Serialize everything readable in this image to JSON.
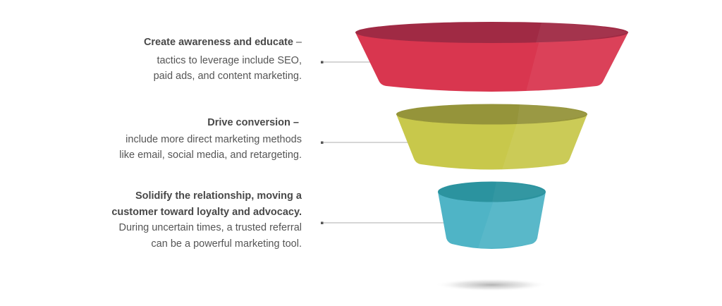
{
  "stages": [
    {
      "heading": "Create awareness and educate",
      "heading_suffix": " –",
      "lines": [
        "tactics to leverage include SEO,",
        "paid ads, and content marketing."
      ],
      "color": "#d9364f",
      "rim_color": "#a02a44"
    },
    {
      "heading": "Drive conversion",
      "heading_suffix": " –",
      "lines": [
        "include more direct marketing methods",
        "like email, social media, and retargeting."
      ],
      "color": "#c8c84b",
      "rim_color": "#95943a"
    },
    {
      "heading_lines": [
        "Solidify the relationship, moving a",
        "customer toward loyalty and advocacy."
      ],
      "lines": [
        "During uncertain times, a trusted referral",
        "can be a powerful marketing tool."
      ],
      "color": "#4fb4c6",
      "rim_color": "#2b939f"
    }
  ]
}
